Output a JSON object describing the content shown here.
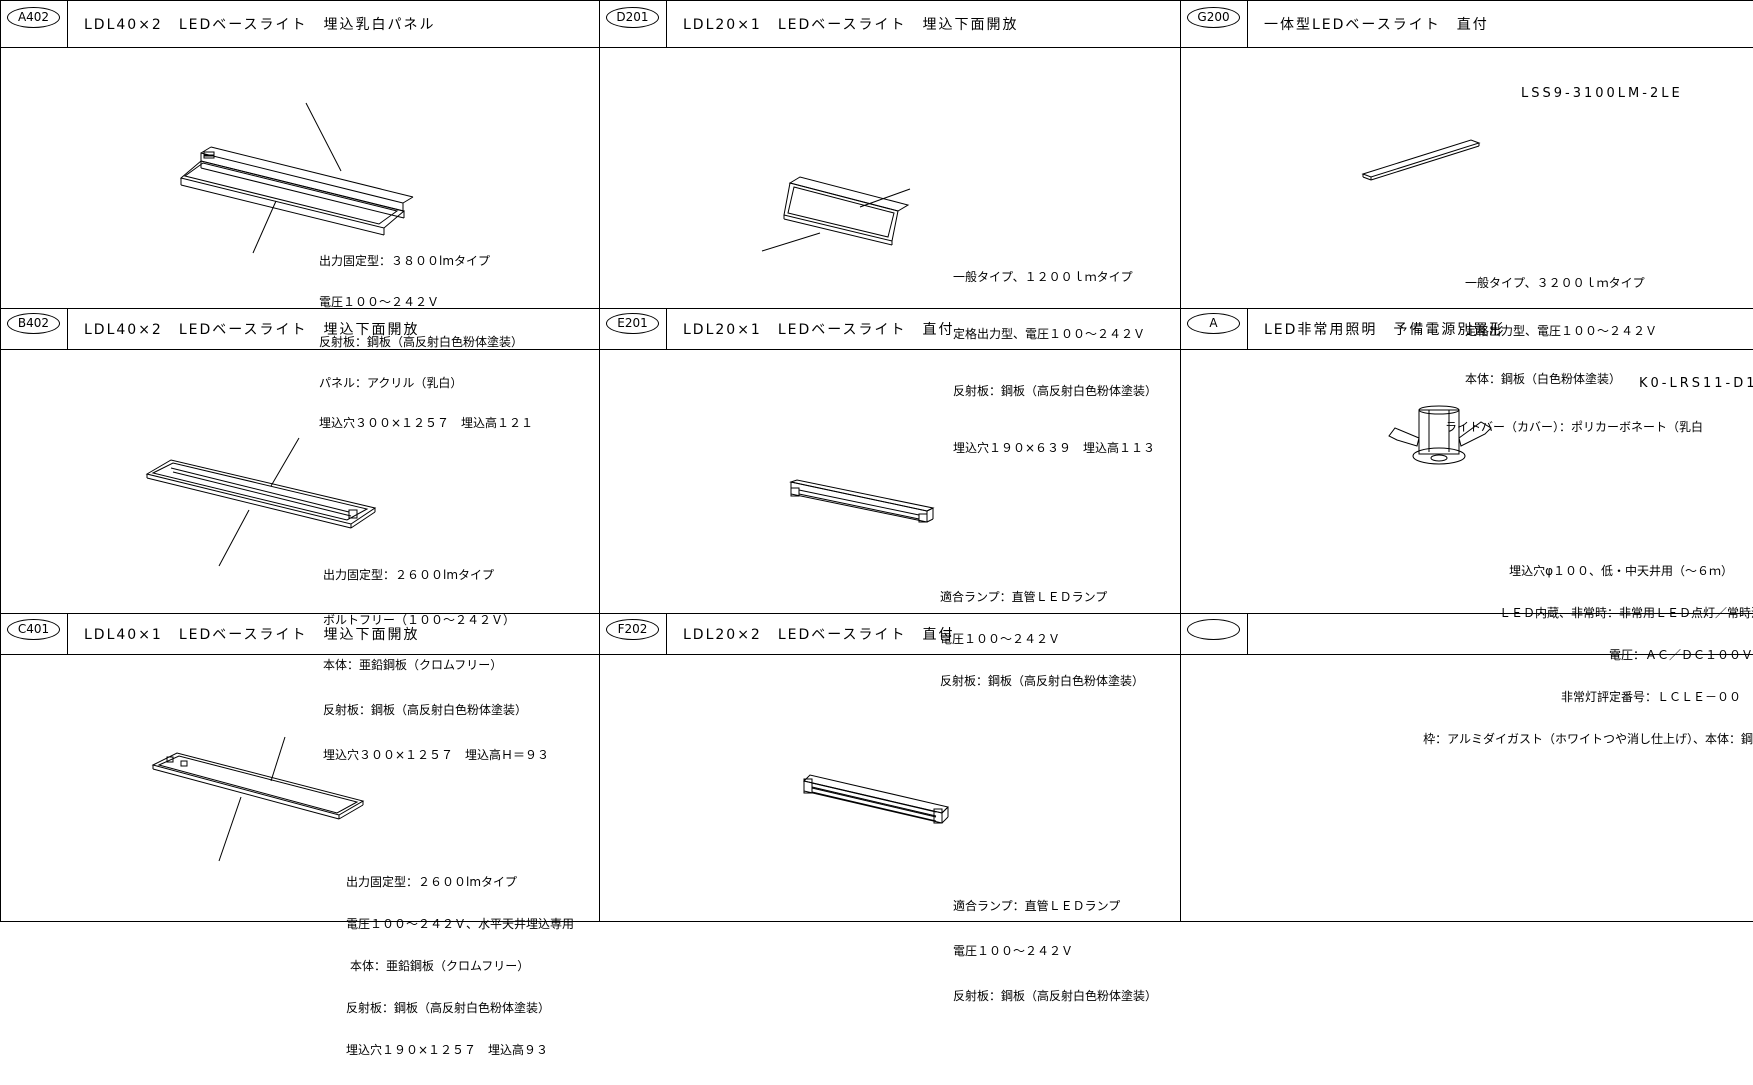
{
  "cells": [
    {
      "code": "A402",
      "title": "LDL40×2　LEDベースライト　埋込乳白パネル",
      "spec": [
        "出力固定型：３８００lmタイプ",
        "電圧１００～２４２Ｖ",
        "反射板：鋼板（高反射白色粉体塗装）",
        "パネル：アクリル（乳白）",
        "埋込穴３００×１２５７　埋込高１２１"
      ]
    },
    {
      "code": "D201",
      "title": "LDL20×1　LEDベースライト　埋込下面開放",
      "spec": [
        "一般タイプ、１２００ｌｍタイプ",
        "定格出力型、電圧１００～２４２Ｖ",
        "反射板：鋼板（高反射白色粉体塗装）",
        "埋込穴１９０×６３９　埋込高１１３"
      ]
    },
    {
      "code": "G200",
      "title": "一体型LEDベースライト　直付",
      "model": "LSS9-3100LM-2LE",
      "spec": [
        "一般タイプ、３２００ｌｍタイプ",
        "定格出力型、電圧１００～２４２Ｖ",
        "本体：鋼板（白色粉体塗装）",
        "ライトバー（カバー）：ポリカーボネート（乳白"
      ]
    },
    {
      "code": "B402",
      "title": "LDL40×2　LEDベースライト　埋込下面開放",
      "spec": [
        "出力固定型：２６００lmタイプ",
        "ボルトフリー（１００～２４２Ｖ）",
        "本体：亜鉛鋼板（クロムフリー）",
        "反射板：鋼板（高反射白色粉体塗装）",
        "埋込穴３００×１２５７　埋込高Ｈ＝９３"
      ]
    },
    {
      "code": "E201",
      "title": "LDL20×1　LEDベースライト　直付",
      "spec": [
        "適合ランプ：直管ＬＥＤランプ",
        "電圧１００～２４２Ｖ",
        "反射板：鋼板（高反射白色粉体塗装）"
      ]
    },
    {
      "code": "A",
      "title": "LED非常用照明　予備電源別置形",
      "model": "K0-LRS11-D1",
      "spec": [
        "埋込穴φ１００、低・中天井用（～６ｍ）",
        "ＬＥＤ内蔵、非常時：非常用ＬＥＤ点灯／常時消",
        "電圧：ＡＣ／ＤＣ１００Ｖ",
        "非常灯評定番号：ＬＣＬＥ－００",
        "枠：アルミダイガスト（ホワイトつや消し仕上げ）、本体：鋼"
      ]
    },
    {
      "code": "C401",
      "title": "LDL40×1　LEDベースライト　埋込下面開放",
      "spec": [
        "出力固定型：２６００lmタイプ",
        "電圧１００～２４２Ｖ、水平天井埋込専用",
        "本体：亜鉛鋼板（クロムフリー）",
        "反射板：鋼板（高反射白色粉体塗装）",
        "埋込穴１９０×１２５７　埋込高９３"
      ]
    },
    {
      "code": "F202",
      "title": "LDL20×2　LEDベースライト　直付",
      "spec": [
        "適合ランプ：直管ＬＥＤランプ",
        "電圧１００～２４２Ｖ",
        "反射板：鋼板（高反射白色粉体塗装）"
      ]
    },
    {
      "code": "",
      "title": "",
      "spec": []
    }
  ]
}
